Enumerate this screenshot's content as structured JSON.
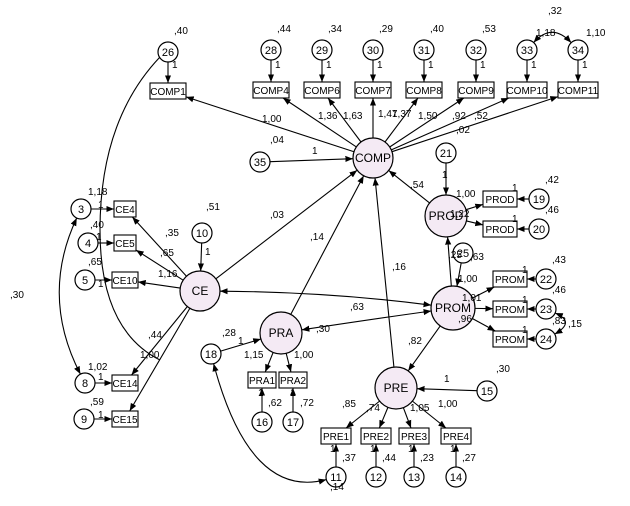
{
  "diagram": {
    "type": "structural-equation-model",
    "colors": {
      "latent_fill": "#f4eaf4",
      "stroke": "#000000",
      "background": "#ffffff"
    }
  },
  "latents": {
    "COMP": "COMP",
    "PROD": "PROD",
    "PROM": "PROM",
    "CE": "CE",
    "PRA": "PRA",
    "PRE": "PRE"
  },
  "indicators": {
    "COMP1": "COMP1",
    "COMP4": "COMP4",
    "COMP6": "COMP6",
    "COMP7": "COMP7",
    "COMP8": "COMP8",
    "COMP9": "COMP9",
    "COMP10": "COMP10",
    "COMP11": "COMP11",
    "PROD1": "PROD",
    "PROD2": "PROD",
    "PROM1": "PROM",
    "PROM2": "PROM",
    "PROM3": "PROM",
    "CE4": "CE4",
    "CE5": "CE5",
    "CE10": "CE10",
    "CE14": "CE14",
    "CE15": "CE15",
    "PRA1": "PRA1",
    "PRA2": "PRA2",
    "PRE1": "PRE1",
    "PRE2": "PRE2",
    "PRE3": "PRE3",
    "PRE4": "PRE4"
  },
  "errors": {
    "e26": "26",
    "e28": "28",
    "e29": "29",
    "e30": "30",
    "e31": "31",
    "e32": "32",
    "e33": "33",
    "e34": "34",
    "e35": "35",
    "e21": "21",
    "e19": "19",
    "e20": "20",
    "e25": "25",
    "e22": "22",
    "e23": "23",
    "e24": "24",
    "e10": "10",
    "e3": "3",
    "e4": "4",
    "e5": "5",
    "e8": "8",
    "e9": "9",
    "e18": "18",
    "e16": "16",
    "e17": "17",
    "e15": "15",
    "e11": "11",
    "e12": "12",
    "e13": "13",
    "e14": "14"
  },
  "labels": {
    "v26": ",40",
    "v28": ",44",
    "v29": ",34",
    "v30": ",29",
    "v31": ",40",
    "v32": ",53",
    "v33": "1,18",
    "v34": "1,10",
    "cov3334": ",32",
    "one26": "1",
    "one28": "1",
    "one29": "1",
    "one30": "1",
    "one31": "1",
    "one32": "1",
    "one33": "1",
    "one34": "1",
    "l_comp1": "1,00",
    "l_comp4": "1,36",
    "l_comp6": "1,63",
    "l_comp7": "1,47",
    "l_comp8": "1,37",
    "l_comp9": "1,50",
    "l_comp10": ",92",
    "l_comp11": ",52",
    "l_comp11b": ",02",
    "v35": ",04",
    "one35": "1",
    "v21": "",
    "one21": "1",
    "l_prodcomp": ",54",
    "l_prod1": "1,00",
    "l_prod2": "1,22",
    "v19": ",42",
    "v20": ",46",
    "one19": "1",
    "one20": "1",
    "v25": ",25",
    "l_promprod": ",63",
    "l_prom1": "1,00",
    "l_prom2": "1,01",
    "l_prom3": ",96",
    "v22": ",43",
    "v23": ",46",
    "v24": ",83",
    "cov2324": ",15",
    "one22": "1",
    "one23": "1",
    "one24": "1",
    "v10": ",51",
    "one10": "1",
    "l_cecomp": ",03",
    "v3": "1,18",
    "v4": ",40",
    "v5": ",65",
    "v8": "1,02",
    "v9": ",59",
    "l_ce4": ",35",
    "l_ce5": ",65",
    "l_ce10": "1,16",
    "l_ce14": ",44",
    "l_ce15": "1,00",
    "one3": "1",
    "one4": "1",
    "one5": "1",
    "one8": "1",
    "one9": "1",
    "cov38": ",30",
    "cov_ceprom": ",63",
    "l_pracomp": ",14",
    "v18": ",28",
    "one18": "1",
    "l_pra1": "1,15",
    "l_pra2": "1,00",
    "v16": ",62",
    "v17": ",72",
    "one16": "1",
    "one17": "1",
    "cov_praprom": ",30",
    "l_precomp": ",16",
    "l_promprea": ",82",
    "v15": ",30",
    "one15": "1",
    "l_pre1": ",85",
    "l_pre2": ",74",
    "l_pre3": "1,05",
    "l_pre4": "1,00",
    "v11": ",37",
    "v12": ",44",
    "v13": ",23",
    "v14": ",27",
    "cov1811": ",14",
    "one11": "1",
    "one12": "1",
    "one13": "1",
    "one14": "1"
  }
}
